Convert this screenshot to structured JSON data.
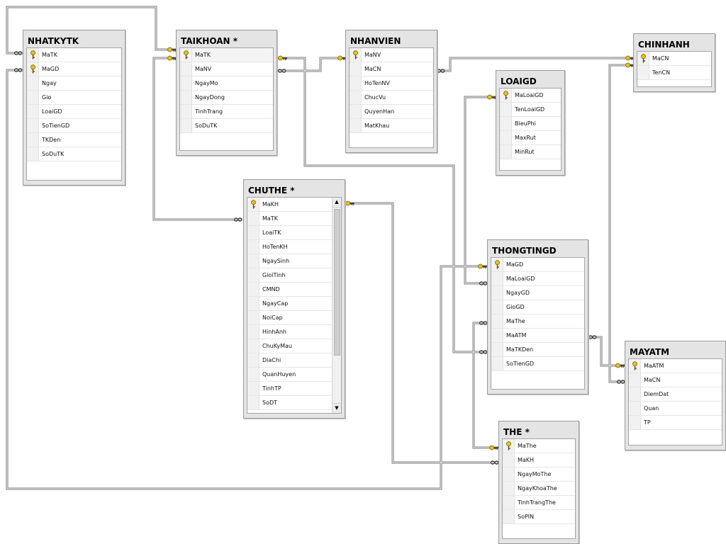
{
  "tables": [
    {
      "id": "nhatkytk",
      "title": "NHATKYTK",
      "columns": [
        {
          "name": "MaTK",
          "key": true
        },
        {
          "name": "MaGD",
          "key": true
        },
        {
          "name": "Ngay",
          "key": false
        },
        {
          "name": "Gio",
          "key": false
        },
        {
          "name": "LoaiGD",
          "key": false
        },
        {
          "name": "SoTienGD",
          "key": false
        },
        {
          "name": "TKDen",
          "key": false
        },
        {
          "name": "SoDuTK",
          "key": false
        }
      ]
    },
    {
      "id": "taikhoan",
      "title": "TAIKHOAN *",
      "columns": [
        {
          "name": "MaTK",
          "key": true
        },
        {
          "name": "MaNV",
          "key": false
        },
        {
          "name": "NgayMo",
          "key": false
        },
        {
          "name": "NgayDong",
          "key": false
        },
        {
          "name": "TinhTrang",
          "key": false
        },
        {
          "name": "SoDuTK",
          "key": false
        }
      ]
    },
    {
      "id": "nhanvien",
      "title": "NHANVIEN",
      "columns": [
        {
          "name": "MaNV",
          "key": true
        },
        {
          "name": "MaCN",
          "key": false
        },
        {
          "name": "HoTenNV",
          "key": false
        },
        {
          "name": "ChucVu",
          "key": false
        },
        {
          "name": "QuyenHan",
          "key": false
        },
        {
          "name": "MatKhau",
          "key": false
        }
      ]
    },
    {
      "id": "chinhanh",
      "title": "CHINHANH",
      "columns": [
        {
          "name": "MaCN",
          "key": true
        },
        {
          "name": "TenCN",
          "key": false
        }
      ]
    },
    {
      "id": "loaigd",
      "title": "LOAIGD",
      "columns": [
        {
          "name": "MaLoaiGD",
          "key": true
        },
        {
          "name": "TenLoaiGD",
          "key": false
        },
        {
          "name": "BieuPhi",
          "key": false
        },
        {
          "name": "MaxRut",
          "key": false
        },
        {
          "name": "MinRut",
          "key": false
        }
      ]
    },
    {
      "id": "chuthe",
      "title": "CHUTHE *",
      "columns": [
        {
          "name": "MaKH",
          "key": true
        },
        {
          "name": "MaTK",
          "key": false
        },
        {
          "name": "LoaiTK",
          "key": false
        },
        {
          "name": "HoTenKH",
          "key": false
        },
        {
          "name": "NgaySinh",
          "key": false
        },
        {
          "name": "GioiTinh",
          "key": false
        },
        {
          "name": "CMND",
          "key": false
        },
        {
          "name": "NgayCap",
          "key": false
        },
        {
          "name": "NoiCap",
          "key": false
        },
        {
          "name": "HinhAnh",
          "key": false
        },
        {
          "name": "ChuKyMau",
          "key": false
        },
        {
          "name": "DiaChi",
          "key": false
        },
        {
          "name": "QuanHuyen",
          "key": false
        },
        {
          "name": "TinhTP",
          "key": false
        },
        {
          "name": "SoDT",
          "key": false
        }
      ]
    },
    {
      "id": "thongtingd",
      "title": "THONGTINGD",
      "columns": [
        {
          "name": "MaGD",
          "key": true
        },
        {
          "name": "MaLoaiGD",
          "key": false
        },
        {
          "name": "NgayGD",
          "key": false
        },
        {
          "name": "GioGD",
          "key": false
        },
        {
          "name": "MaThe",
          "key": false
        },
        {
          "name": "MaATM",
          "key": false
        },
        {
          "name": "MaTKDen",
          "key": false
        },
        {
          "name": "SoTienGD",
          "key": false
        }
      ]
    },
    {
      "id": "mayatm",
      "title": "MAYATM",
      "columns": [
        {
          "name": "MaATM",
          "key": true
        },
        {
          "name": "MaCN",
          "key": false
        },
        {
          "name": "DiemDat",
          "key": false
        },
        {
          "name": "Quan",
          "key": false
        },
        {
          "name": "TP",
          "key": false
        }
      ]
    },
    {
      "id": "the",
      "title": "THE *",
      "columns": [
        {
          "name": "MaThe",
          "key": true
        },
        {
          "name": "MaKH",
          "key": false
        },
        {
          "name": "NgayMoThe",
          "key": false
        },
        {
          "name": "NgayKhoaThe",
          "key": false
        },
        {
          "name": "TinhTrangThe",
          "key": false
        },
        {
          "name": "SoPIN",
          "key": false
        }
      ]
    }
  ],
  "icons": {
    "primary_key": "key-icon",
    "many_end": "infinity-icon",
    "one_end": "key-icon",
    "scroll_up": "triangle-up-icon",
    "scroll_down": "triangle-down-icon"
  },
  "colors": {
    "panel": "#e4e4e4",
    "line": "#808080",
    "key_gold": "#e3c21c"
  }
}
